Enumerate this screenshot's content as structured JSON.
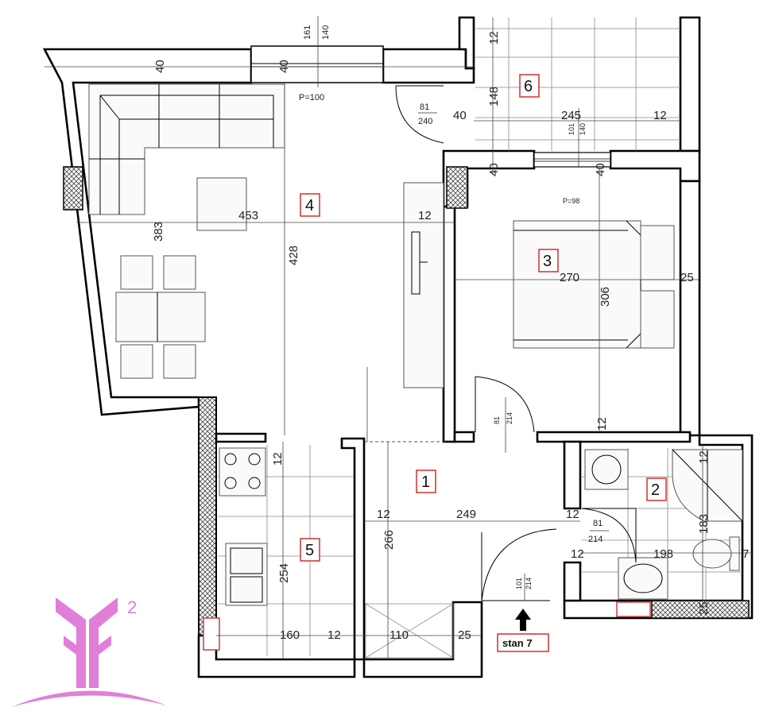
{
  "rooms": [
    {
      "number": "1"
    },
    {
      "number": "2"
    },
    {
      "number": "3"
    },
    {
      "number": "4"
    },
    {
      "number": "5"
    },
    {
      "number": "6"
    }
  ],
  "entrance_label": "stan 7",
  "dimensions": {
    "w161": "161",
    "w140": "140",
    "w40a": "40",
    "w40b": "40",
    "p100": "P=100",
    "b12a": "12",
    "b148": "148",
    "b6_81": "81",
    "b6_240": "240",
    "b40": "40",
    "b245": "245",
    "b12b": "12",
    "w101": "101",
    "w140b": "140",
    "w40c": "40",
    "w40d": "40",
    "p98": "P=98",
    "l383": "383",
    "l453": "453",
    "l12": "12",
    "l428": "428",
    "b270": "270",
    "b306": "306",
    "b25": "25",
    "d81": "81",
    "d214": "214",
    "b12c": "12",
    "k12": "12",
    "k254": "254",
    "k160": "160",
    "k12b": "12",
    "h12": "12",
    "h249": "249",
    "h12b": "12",
    "h266": "266",
    "h110": "110",
    "h25": "25",
    "hd101": "101",
    "hd214": "214",
    "t81": "81",
    "t214": "214",
    "t12": "12",
    "t198": "198",
    "t183": "183",
    "t7": "7",
    "t12b": "12",
    "t25": "25"
  },
  "logo": {
    "superscript": "2",
    "color": "#e07fd8"
  }
}
